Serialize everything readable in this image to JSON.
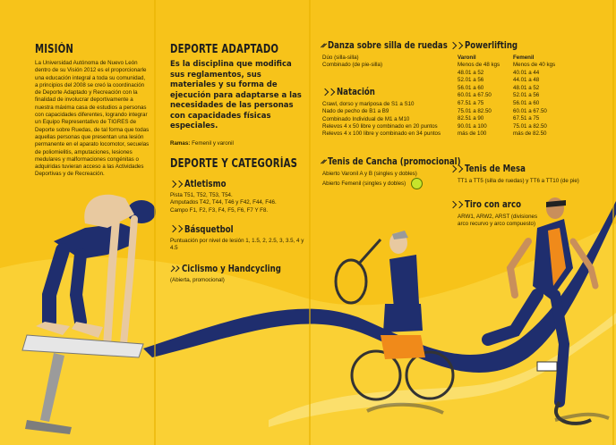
{
  "mision": {
    "title": "MISIÓN",
    "body": "La Universidad Autónoma de Nuevo León dentro de su Visión 2012 es el proporcionarle una educación integral a toda su comunidad, a principios del 2008 se creó la coordinación de Deporte Adaptado y Recreación con la finalidad de involucrar deportivamente a nuestra máxima casa de estudios a personas con capacidades diferentes, logrando integrar un Equipo Representativo de TIGRES de Deporte sobre Ruedas, de tal forma que todas aquellas personas que presentan una lesión permanente en el aparato locomotor, secuelas de poliomielitis, amputaciones, lesiones medulares y malformaciones congénitas o adquiridas tuvieran acceso a las Actividades Deportivas y de Recreación."
  },
  "deporte_adaptado": {
    "title": "DEPORTE ADAPTADO",
    "lead": "Es la disciplina que modifica sus reglamentos, sus materiales y su forma de ejecución para adaptarse a las necesidades de las personas con capacidades físicas especiales.",
    "ramas_label": "Ramas:",
    "ramas_value": "Femenil y varonil"
  },
  "deporte_categorias": {
    "title": "DEPORTE Y CATEGORÍAS",
    "atletismo": {
      "title": "Atletismo",
      "lines": [
        "Pista T51, T52, T53, T54.",
        "Amputados T42, T44, T46 y F42, F44, F46.",
        "Campo F1, F2, F3, F4, F5, F6, F7 Y F8."
      ]
    },
    "basquetbol": {
      "title": "Básquetbol",
      "lines": [
        "Puntuación por nivel de lesión 1, 1.5, 2, 2.5, 3, 3.5, 4 y 4.5"
      ]
    },
    "ciclismo": {
      "title": "Ciclismo y Handcycling",
      "lines": [
        "(Abierta, promocional)"
      ]
    }
  },
  "danza": {
    "title": "Danza sobre silla de ruedas",
    "lines": [
      "Dúo (silla-silla)",
      "Combinado (de pie-silla)"
    ]
  },
  "natacion": {
    "title": "Natación",
    "lines": [
      "Crawl, dorso y mariposa de S1 a S10",
      "Nado de pecho de B1 a B9",
      "Combinado Individual de M1 a M10",
      "Relevos 4 x 50 libre y combinado en 20 puntos",
      "Relevos 4 x 100 libre y combinado en 34 puntos"
    ]
  },
  "tenis_cancha": {
    "title": "Tenis de Cancha (promocional)",
    "lines": [
      "Abierto Varonil A y B (singles y dobles)",
      "Abierto Femenil (singles y dobles)"
    ]
  },
  "powerlifting": {
    "title": "Powerlifting",
    "col_varonil": "Varonil",
    "col_femenil": "Femenil",
    "varonil": [
      "Menos de 48 kgs",
      "48.01 a 52",
      "52.01 a 56",
      "56.01 a 60",
      "60.01 a 67.50",
      "67.51 a 75",
      "75.01 a 82.50",
      "82.51 a 90",
      "90.01 a 100",
      "más de 100"
    ],
    "femenil": [
      "Menos de 40 kgs",
      "40.01 a 44",
      "44.01 a 48",
      "48.01 a 52",
      "52.01 a 56",
      "56.01 a 60",
      "60.01 a 67.50",
      "67.51 a 75",
      "75.01 a 82.50",
      "más de 82.50"
    ]
  },
  "tenis_mesa": {
    "title": "Tenis de Mesa",
    "lines": [
      "TT1 a TT5 (silla de ruedas) y TT6 a TT10 (de pie)"
    ]
  },
  "tiro_arco": {
    "title": "Tiro con arco",
    "lines": [
      "ARW1, ARW2, ARST (divisiones",
      "arco recurvo y arco compuesto)"
    ]
  },
  "colors": {
    "background": "#f7c31a",
    "swoosh_blue": "#1f2e6e",
    "text": "#1d1d1d"
  }
}
